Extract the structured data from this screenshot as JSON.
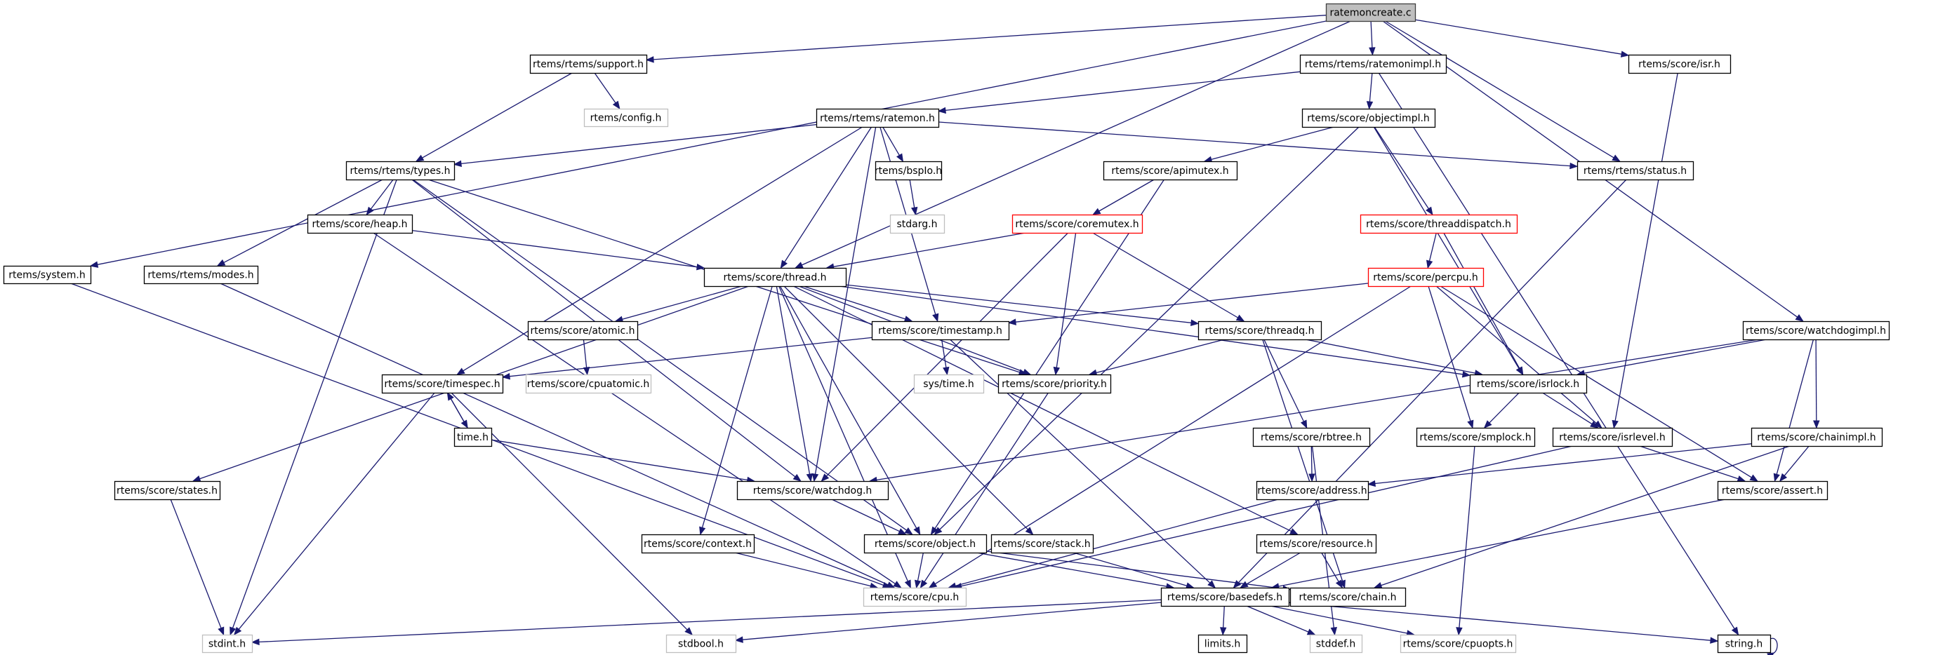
{
  "title": "ratemoncreate.c include dependency graph",
  "colors": {
    "edge": "#191970",
    "node_border": "#000000",
    "node_fill": "#ffffff",
    "root_fill": "#bfbfbf",
    "root_border": "#404040",
    "external_border": "#bfbfbf",
    "truncated_border": "#ff0000"
  },
  "nodes": [
    {
      "id": "ratemoncreate",
      "label": "ratemoncreate.c",
      "kind": "root"
    },
    {
      "id": "support",
      "label": "rtems/rtems/support.h",
      "kind": "normal"
    },
    {
      "id": "config",
      "label": "rtems/config.h",
      "kind": "external"
    },
    {
      "id": "ratemonimpl",
      "label": "rtems/rtems/ratemonimpl.h",
      "kind": "normal"
    },
    {
      "id": "isr",
      "label": "rtems/score/isr.h",
      "kind": "normal"
    },
    {
      "id": "ratemon",
      "label": "rtems/rtems/ratemon.h",
      "kind": "normal"
    },
    {
      "id": "bspio",
      "label": "rtems/bspIo.h",
      "kind": "normal"
    },
    {
      "id": "stdarg",
      "label": "stdarg.h",
      "kind": "external"
    },
    {
      "id": "objectimpl",
      "label": "rtems/score/objectimpl.h",
      "kind": "normal"
    },
    {
      "id": "status",
      "label": "rtems/rtems/status.h",
      "kind": "normal"
    },
    {
      "id": "types",
      "label": "rtems/rtems/types.h",
      "kind": "normal"
    },
    {
      "id": "apimutex",
      "label": "rtems/score/apimutex.h",
      "kind": "normal"
    },
    {
      "id": "coremutex",
      "label": "rtems/score/coremutex.h",
      "kind": "truncated"
    },
    {
      "id": "threaddispatch",
      "label": "rtems/score/threaddispatch.h",
      "kind": "truncated"
    },
    {
      "id": "percpu",
      "label": "rtems/score/percpu.h",
      "kind": "truncated"
    },
    {
      "id": "heap",
      "label": "rtems/score/heap.h",
      "kind": "normal"
    },
    {
      "id": "system",
      "label": "rtems/system.h",
      "kind": "normal"
    },
    {
      "id": "modes",
      "label": "rtems/rtems/modes.h",
      "kind": "normal"
    },
    {
      "id": "thread",
      "label": "rtems/score/thread.h",
      "kind": "normal"
    },
    {
      "id": "atomic",
      "label": "rtems/score/atomic.h",
      "kind": "normal"
    },
    {
      "id": "timestamp",
      "label": "rtems/score/timestamp.h",
      "kind": "normal"
    },
    {
      "id": "threadq",
      "label": "rtems/score/threadq.h",
      "kind": "normal"
    },
    {
      "id": "watchdogimpl",
      "label": "rtems/score/watchdogimpl.h",
      "kind": "normal"
    },
    {
      "id": "timespec",
      "label": "rtems/score/timespec.h",
      "kind": "normal"
    },
    {
      "id": "cpuatomic",
      "label": "rtems/score/cpuatomic.h",
      "kind": "external"
    },
    {
      "id": "systime",
      "label": "sys/time.h",
      "kind": "external"
    },
    {
      "id": "priority",
      "label": "rtems/score/priority.h",
      "kind": "normal"
    },
    {
      "id": "isrlock",
      "label": "rtems/score/isrlock.h",
      "kind": "normal"
    },
    {
      "id": "time",
      "label": "time.h",
      "kind": "normal"
    },
    {
      "id": "rbtree",
      "label": "rtems/score/rbtree.h",
      "kind": "normal"
    },
    {
      "id": "smplock",
      "label": "rtems/score/smplock.h",
      "kind": "normal"
    },
    {
      "id": "isrlevel",
      "label": "rtems/score/isrlevel.h",
      "kind": "normal"
    },
    {
      "id": "chainimpl",
      "label": "rtems/score/chainimpl.h",
      "kind": "normal"
    },
    {
      "id": "states",
      "label": "rtems/score/states.h",
      "kind": "normal"
    },
    {
      "id": "watchdog",
      "label": "rtems/score/watchdog.h",
      "kind": "normal"
    },
    {
      "id": "address",
      "label": "rtems/score/address.h",
      "kind": "normal"
    },
    {
      "id": "assert",
      "label": "rtems/score/assert.h",
      "kind": "normal"
    },
    {
      "id": "context",
      "label": "rtems/score/context.h",
      "kind": "normal"
    },
    {
      "id": "object",
      "label": "rtems/score/object.h",
      "kind": "normal"
    },
    {
      "id": "stack",
      "label": "rtems/score/stack.h",
      "kind": "normal"
    },
    {
      "id": "resource",
      "label": "rtems/score/resource.h",
      "kind": "normal"
    },
    {
      "id": "cpu",
      "label": "rtems/score/cpu.h",
      "kind": "external"
    },
    {
      "id": "basedefs",
      "label": "rtems/score/basedefs.h",
      "kind": "normal"
    },
    {
      "id": "chain",
      "label": "rtems/score/chain.h",
      "kind": "normal"
    },
    {
      "id": "stdint",
      "label": "stdint.h",
      "kind": "external"
    },
    {
      "id": "stdbool",
      "label": "stdbool.h",
      "kind": "external"
    },
    {
      "id": "limits",
      "label": "limits.h",
      "kind": "normal"
    },
    {
      "id": "stddef",
      "label": "stddef.h",
      "kind": "external"
    },
    {
      "id": "cpuopts",
      "label": "rtems/score/cpuopts.h",
      "kind": "external"
    },
    {
      "id": "string",
      "label": "string.h",
      "kind": "normal"
    }
  ],
  "edges": [
    [
      "ratemoncreate",
      "support"
    ],
    [
      "ratemoncreate",
      "ratemonimpl"
    ],
    [
      "ratemoncreate",
      "isr"
    ],
    [
      "ratemoncreate",
      "system"
    ],
    [
      "ratemoncreate",
      "thread"
    ],
    [
      "ratemoncreate",
      "status"
    ],
    [
      "ratemoncreate",
      "watchdogimpl"
    ],
    [
      "support",
      "config"
    ],
    [
      "support",
      "types"
    ],
    [
      "ratemonimpl",
      "ratemon"
    ],
    [
      "ratemonimpl",
      "objectimpl"
    ],
    [
      "ratemonimpl",
      "string"
    ],
    [
      "isr",
      "isrlevel"
    ],
    [
      "ratemon",
      "types"
    ],
    [
      "ratemon",
      "bspio"
    ],
    [
      "ratemon",
      "status"
    ],
    [
      "ratemon",
      "thread"
    ],
    [
      "ratemon",
      "timestamp"
    ],
    [
      "ratemon",
      "timespec"
    ],
    [
      "ratemon",
      "watchdog"
    ],
    [
      "bspio",
      "stdarg"
    ],
    [
      "objectimpl",
      "apimutex"
    ],
    [
      "objectimpl",
      "threaddispatch"
    ],
    [
      "objectimpl",
      "isrlock"
    ],
    [
      "objectimpl",
      "object"
    ],
    [
      "status",
      "basedefs"
    ],
    [
      "types",
      "heap"
    ],
    [
      "types",
      "modes"
    ],
    [
      "types",
      "priority"
    ],
    [
      "types",
      "watchdog"
    ],
    [
      "types",
      "object"
    ],
    [
      "types",
      "stdint"
    ],
    [
      "apimutex",
      "coremutex"
    ],
    [
      "apimutex",
      "object"
    ],
    [
      "coremutex",
      "thread"
    ],
    [
      "coremutex",
      "threadq"
    ],
    [
      "coremutex",
      "priority"
    ],
    [
      "coremutex",
      "watchdog"
    ],
    [
      "threaddispatch",
      "percpu"
    ],
    [
      "threaddispatch",
      "isrlock"
    ],
    [
      "percpu",
      "timestamp"
    ],
    [
      "percpu",
      "smplock"
    ],
    [
      "percpu",
      "isrlevel"
    ],
    [
      "percpu",
      "assert"
    ],
    [
      "percpu",
      "cpu"
    ],
    [
      "heap",
      "thread"
    ],
    [
      "heap",
      "cpu"
    ],
    [
      "system",
      "cpu"
    ],
    [
      "modes",
      "cpu"
    ],
    [
      "thread",
      "atomic"
    ],
    [
      "thread",
      "timestamp"
    ],
    [
      "thread",
      "threadq"
    ],
    [
      "thread",
      "priority"
    ],
    [
      "thread",
      "isrlock"
    ],
    [
      "thread",
      "states"
    ],
    [
      "thread",
      "watchdog"
    ],
    [
      "thread",
      "context"
    ],
    [
      "thread",
      "object"
    ],
    [
      "thread",
      "stack"
    ],
    [
      "thread",
      "resource"
    ],
    [
      "thread",
      "cpu"
    ],
    [
      "atomic",
      "cpuatomic"
    ],
    [
      "timestamp",
      "timespec"
    ],
    [
      "timestamp",
      "systime"
    ],
    [
      "timestamp",
      "basedefs"
    ],
    [
      "threadq",
      "priority"
    ],
    [
      "threadq",
      "isrlock"
    ],
    [
      "threadq",
      "rbtree"
    ],
    [
      "threadq",
      "chain"
    ],
    [
      "watchdogimpl",
      "isrlock"
    ],
    [
      "watchdogimpl",
      "chainimpl"
    ],
    [
      "watchdogimpl",
      "assert"
    ],
    [
      "watchdogimpl",
      "watchdog"
    ],
    [
      "timespec",
      "time"
    ],
    [
      "timespec",
      "stdint"
    ],
    [
      "timespec",
      "stdbool"
    ],
    [
      "priority",
      "cpu"
    ],
    [
      "isrlock",
      "smplock"
    ],
    [
      "isrlock",
      "isrlevel"
    ],
    [
      "time",
      "timespec"
    ],
    [
      "time",
      "watchdog"
    ],
    [
      "rbtree",
      "address"
    ],
    [
      "rbtree",
      "stddef"
    ],
    [
      "smplock",
      "cpuopts"
    ],
    [
      "isrlevel",
      "assert"
    ],
    [
      "isrlevel",
      "cpu"
    ],
    [
      "chainimpl",
      "address"
    ],
    [
      "chainimpl",
      "assert"
    ],
    [
      "chainimpl",
      "chain"
    ],
    [
      "states",
      "stdint"
    ],
    [
      "watchdog",
      "object"
    ],
    [
      "address",
      "cpu"
    ],
    [
      "assert",
      "basedefs"
    ],
    [
      "context",
      "cpu"
    ],
    [
      "object",
      "cpu"
    ],
    [
      "object",
      "basedefs"
    ],
    [
      "object",
      "chain"
    ],
    [
      "stack",
      "basedefs"
    ],
    [
      "resource",
      "basedefs"
    ],
    [
      "resource",
      "chain"
    ],
    [
      "basedefs",
      "stdint"
    ],
    [
      "basedefs",
      "stdbool"
    ],
    [
      "basedefs",
      "limits"
    ],
    [
      "basedefs",
      "stddef"
    ],
    [
      "basedefs",
      "cpuopts"
    ],
    [
      "basedefs",
      "string"
    ],
    [
      "string",
      "string"
    ]
  ]
}
